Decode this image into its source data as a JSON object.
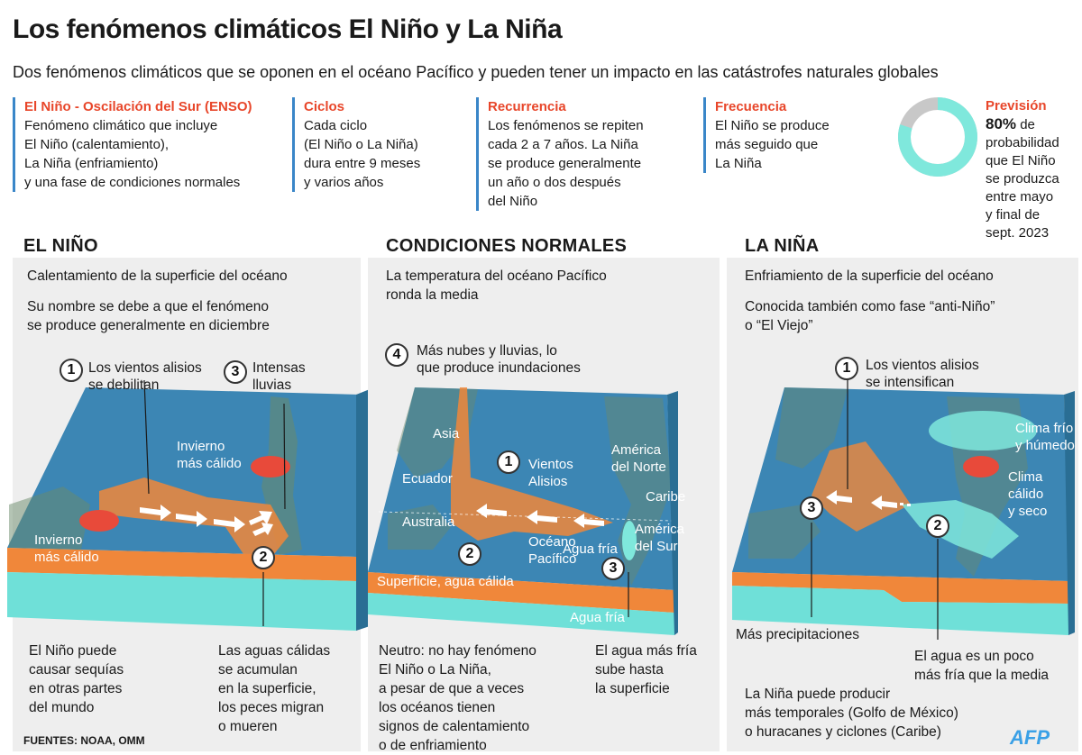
{
  "header": {
    "title": "Los fenómenos climáticos El Niño y La Niña",
    "subtitle": "Dos fenómenos climáticos que se oponen en el océano Pacífico y pueden tener un impacto en las catástrofes naturales globales"
  },
  "info": {
    "enso": {
      "heading": "El Niño - Oscilación del Sur (ENSO)",
      "lines": [
        "Fenómeno climático que incluye",
        "El Niño (calentamiento),",
        "La Niña (enfriamiento)",
        "y una fase de condiciones normales"
      ]
    },
    "ciclos": {
      "heading": "Ciclos",
      "lines": [
        "Cada ciclo",
        "(El Niño o La Niña)",
        "dura entre 9 meses",
        "y varios años"
      ]
    },
    "recurrencia": {
      "heading": "Recurrencia",
      "lines": [
        "Los fenómenos se repiten",
        "cada 2 a 7 años. La Niña",
        "se produce generalmente",
        "un año o dos después",
        "del Niño"
      ]
    },
    "frecuencia": {
      "heading": "Frecuencia",
      "lines": [
        "El Niño se produce",
        "más seguido que",
        "La Niña"
      ]
    },
    "prevision": {
      "heading": "Previsión",
      "percent": "80%",
      "percent_suffix": " de",
      "lines": [
        "probabilidad",
        "que El Niño",
        "se produzca",
        "entre mayo",
        "y final de",
        "sept. 2023"
      ],
      "probability": 0.8
    }
  },
  "colors": {
    "accent_red": "#e8462a",
    "ocean": "#3b87b5",
    "warm": "#f0873a",
    "cold": "#6fe0d8",
    "divider_blue": "#3a86c8"
  },
  "elnino": {
    "title": "EL NIÑO",
    "desc1": "Calentamiento de la superficie del océano",
    "desc2": [
      "Su nombre se debe a que el fenómeno",
      "se produce generalmente en diciembre"
    ],
    "n1": "1",
    "n1_label": [
      "Los vientos alisios",
      "se debilitan"
    ],
    "n3": "3",
    "n3_label": [
      "Intensas",
      "lluvias"
    ],
    "n2": "2",
    "winter_north": [
      "Invierno",
      "más cálido"
    ],
    "winter_south": [
      "Invierno",
      "más cálido"
    ],
    "bottom_left": [
      "El Niño puede",
      "causar sequías",
      "en otras partes",
      "del mundo"
    ],
    "bottom_right": [
      "Las aguas cálidas",
      "se acumulan",
      "en la superficie,",
      "los peces migran",
      "o mueren"
    ]
  },
  "normal": {
    "title": "CONDICIONES NORMALES",
    "desc1": [
      "La temperatura del océano Pacífico",
      "ronda la media"
    ],
    "n4": "4",
    "n4_label": [
      "Más nubes y lluvias, lo",
      "que produce inundaciones"
    ],
    "n1": "1",
    "n1_label": [
      "Vientos",
      "Alisios"
    ],
    "n2": "2",
    "n3": "3",
    "asia": "Asia",
    "ecuador": "Ecuador",
    "australia": "Australia",
    "america_norte": [
      "América",
      "del Norte"
    ],
    "caribe": "Caribe",
    "america_sur": [
      "América",
      "del Sur"
    ],
    "oceano": [
      "Océano",
      "Pacífico"
    ],
    "agua_fria_label": "Agua fría",
    "superficie": "Superficie, agua cálida",
    "agua_fria_bottom": "Agua fría",
    "bottom_left": [
      "Neutro: no hay fenómeno",
      "El Niño o La Niña,",
      "a pesar de que a veces",
      "los océanos tienen",
      "signos de calentamiento",
      "o de enfriamiento"
    ],
    "bottom_right": [
      "El agua más fría",
      "sube hasta",
      "la superficie"
    ]
  },
  "lanina": {
    "title": "LA NIÑA",
    "desc1": "Enfriamiento de la superficie del océano",
    "desc2": [
      "Conocida también como fase “anti-Niño”",
      "o “El Viejo”"
    ],
    "n1": "1",
    "n1_label": [
      "Los vientos alisios",
      "se intensifican"
    ],
    "n2": "2",
    "n3": "3",
    "clima_frio": [
      "Clima frío",
      "y húmedo"
    ],
    "clima_calido": [
      "Clima",
      "cálido",
      "y seco"
    ],
    "mas_precip": "Más precipitaciones",
    "agua_fria": [
      "El agua es un poco",
      "más fría que la media"
    ],
    "bottom": [
      "La Niña puede producir",
      "más temporales  (Golfo de México)",
      "o huracanes y ciclones (Caribe)"
    ]
  },
  "footer": {
    "sources": "FUENTES: NOAA, OMM",
    "logo": "AFP"
  }
}
